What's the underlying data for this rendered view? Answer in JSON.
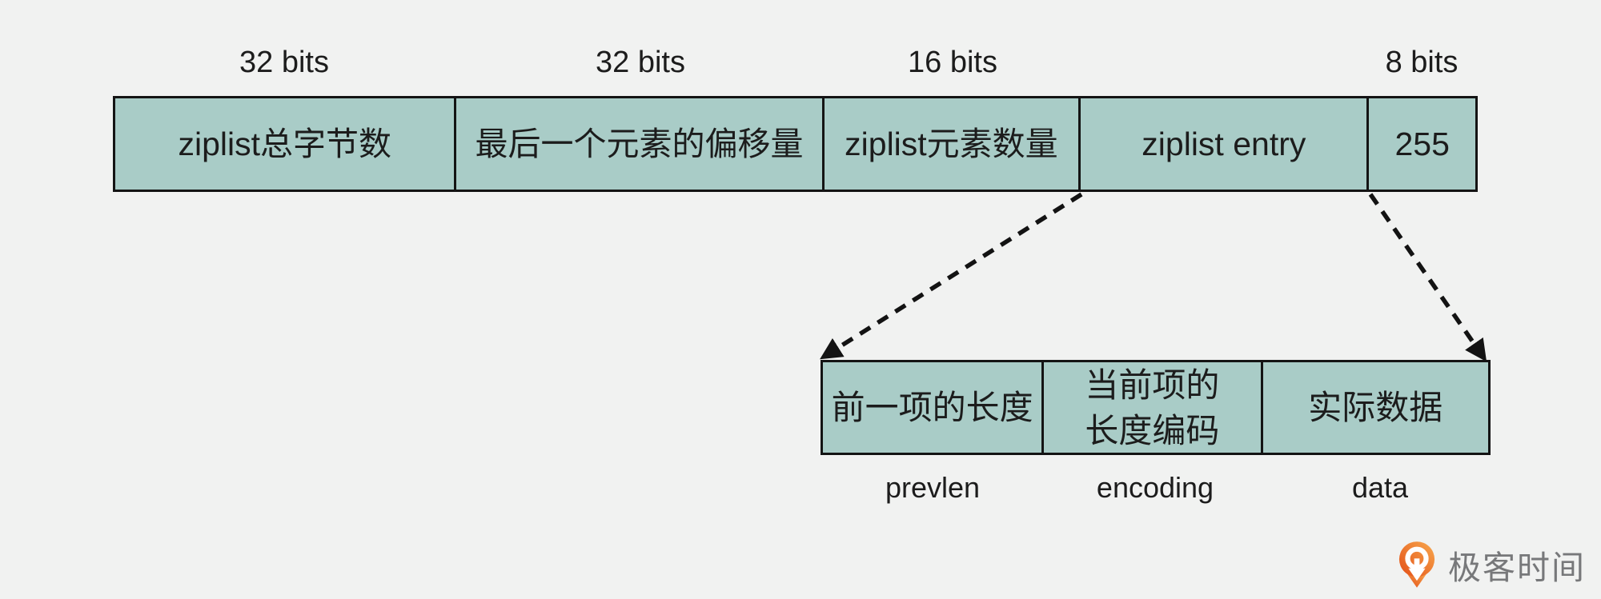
{
  "colors": {
    "background": "#f1f2f1",
    "cell_fill": "#a9ccc7",
    "border": "#141414",
    "text": "#1c1c1c",
    "arrow": "#131313",
    "logo_text": "#77787a",
    "logo_orange_dark": "#e34e16",
    "logo_orange_light": "#f8a94e"
  },
  "header_row": {
    "bit_labels": [
      "32 bits",
      "32 bits",
      "16 bits",
      "8 bits"
    ],
    "cells": [
      "ziplist总字节数",
      "最后一个元素的偏移量",
      "ziplist元素数量",
      "ziplist entry",
      "255"
    ]
  },
  "entry_row": {
    "cells": [
      {
        "lines": [
          "前一项的长度"
        ],
        "sublabel": "prevlen"
      },
      {
        "lines": [
          "当前项的",
          "长度编码"
        ],
        "sublabel": "encoding"
      },
      {
        "lines": [
          "实际数据"
        ],
        "sublabel": "data"
      }
    ]
  },
  "logo": {
    "text": "极客时间",
    "icon": "geektime-pin-icon"
  }
}
